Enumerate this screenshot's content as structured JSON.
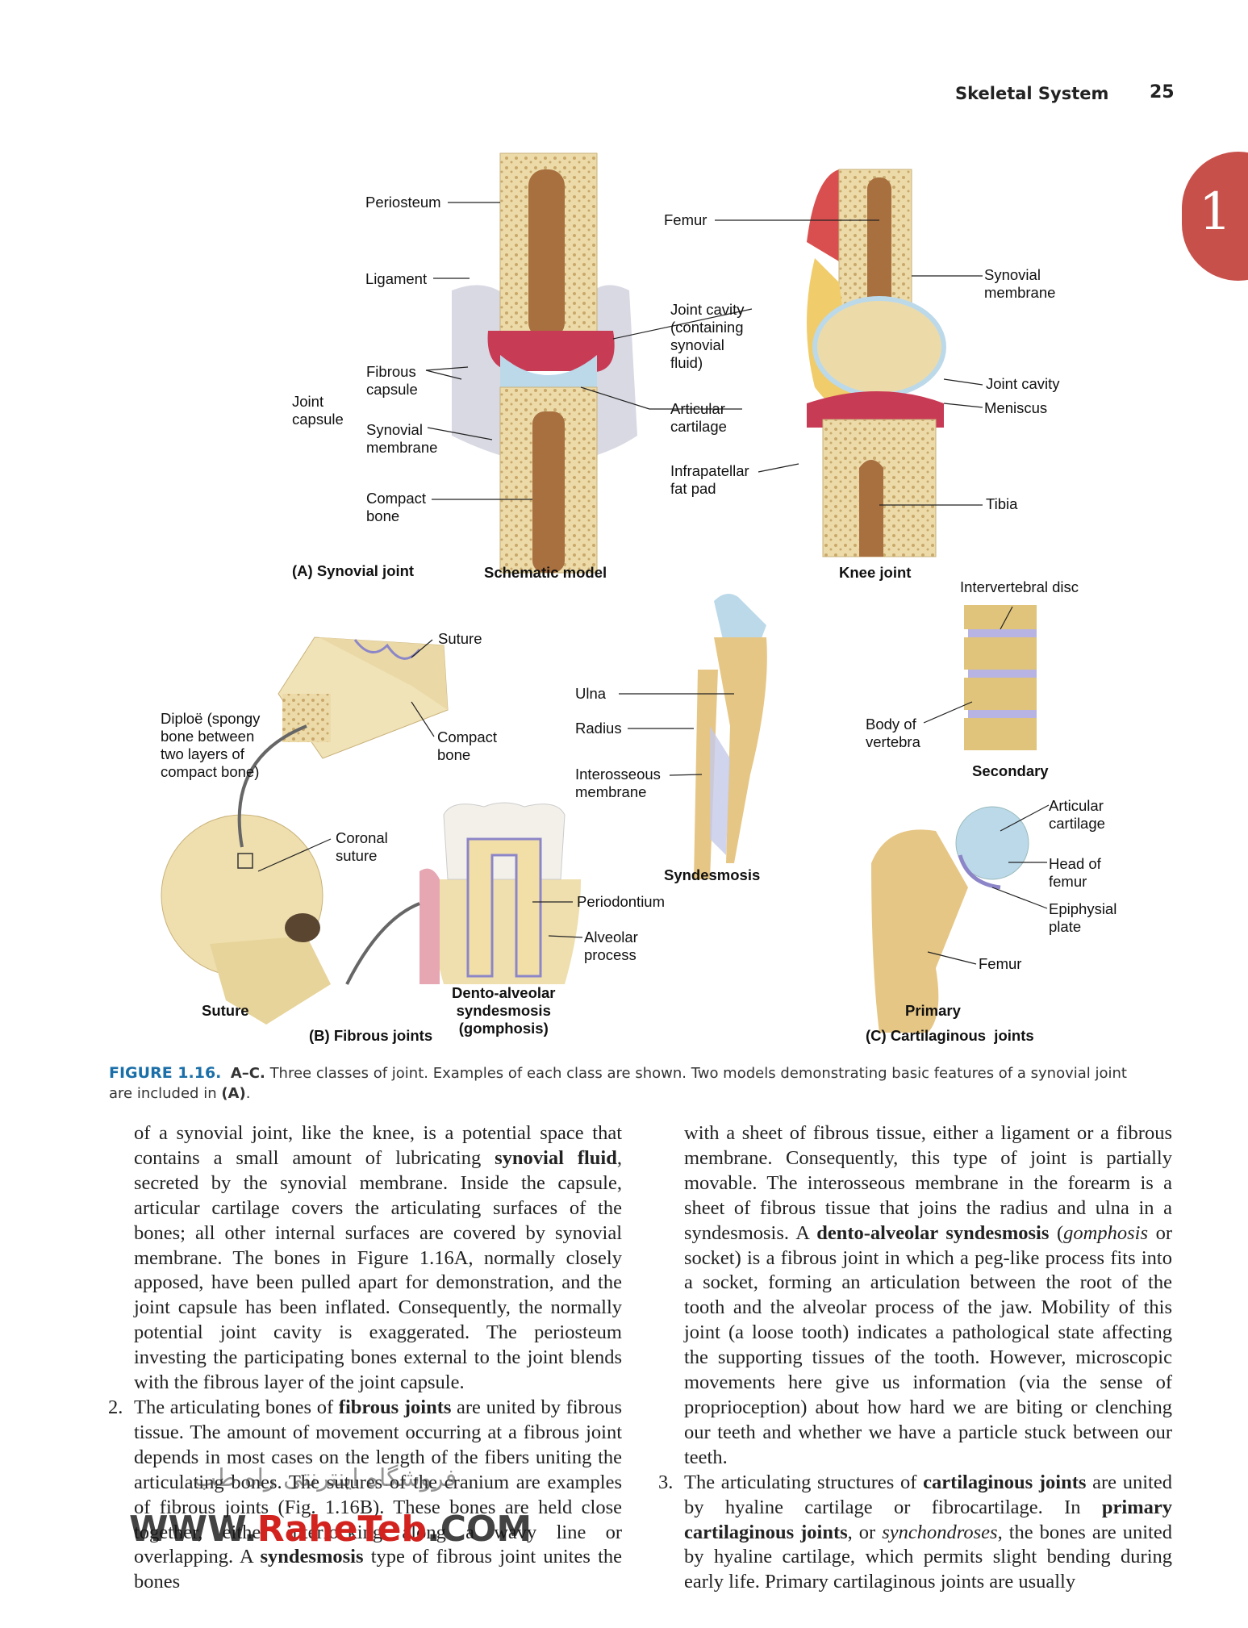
{
  "header": {
    "section_title": "Skeletal System",
    "page_number": "25",
    "chapter_tab": "1"
  },
  "figure": {
    "panel_a": {
      "title": "(A) Synovial joint",
      "schematic_title": "Schematic model",
      "knee_title": "Knee joint",
      "labels": {
        "periosteum": "Periosteum",
        "ligament": "Ligament",
        "fibrous_capsule": "Fibrous\ncapsule",
        "joint_capsule": "Joint\ncapsule",
        "synovial_membrane": "Synovial\nmembrane",
        "compact_bone": "Compact\nbone",
        "femur": "Femur",
        "joint_cavity": "Joint cavity\n(containing\nsynovial\nfluid)",
        "articular_cartilage": "Articular\ncartilage",
        "infrapatellar": "Infrapatellar\nfat pad",
        "synovial_membrane_knee": "Synovial\nmembrane",
        "joint_cavity_knee": "Joint cavity",
        "meniscus": "Meniscus",
        "tibia": "Tibia"
      }
    },
    "panel_b": {
      "title": "(B) Fibrous joints",
      "suture_title": "Suture",
      "dento_title": "Dento-alveolar\nsyndesmosis\n(gomphosis)",
      "syndesmosis_title": "Syndesmosis",
      "labels": {
        "suture": "Suture",
        "diploe": "Diploë (spongy\nbone between\ntwo layers of\ncompact bone)",
        "compact_bone": "Compact\nbone",
        "coronal_suture": "Coronal\nsuture",
        "periodontium": "Periodontium",
        "alveolar_process": "Alveolar\nprocess",
        "ulna": "Ulna",
        "radius": "Radius",
        "interosseous": "Interosseous\nmembrane"
      }
    },
    "panel_c": {
      "title": "(C) Cartilaginous  joints",
      "secondary_title": "Secondary",
      "primary_title": "Primary",
      "labels": {
        "intervertebral_disc": "Intervertebral disc",
        "body_of_vertebra": "Body of\nvertebra",
        "articular_cartilage": "Articular\ncartilage",
        "head_of_femur": "Head of\nfemur",
        "epiphysial_plate": "Epiphysial\nplate",
        "femur": "Femur"
      }
    },
    "caption": {
      "label": "FIGURE 1.16.",
      "range": "A–C.",
      "text_1": " Three classes of joint",
      "text_2": ". Examples of each class are shown. Two models demonstrating basic features of a synovial joint are included in ",
      "ref": "(A)",
      "end": "."
    }
  },
  "body": {
    "left": {
      "p1": [
        "of a synovial joint, like the knee, is a potential space that contains a small amount of lubricating ",
        "synovial fluid",
        ", secreted by the synovial membrane. Inside the capsule, articular cartilage covers the articulating surfaces of the bones; all other internal surfaces are covered by synovial membrane. The bones in Figure 1.16A, normally closely apposed, have been pulled apart for demonstration, and the joint capsule has been inflated. Consequently, the normally potential joint cavity is exaggerated. The periosteum investing the participating bones external to the joint blends with the fibrous layer of the joint capsule."
      ],
      "item2_num": "2.",
      "item2": [
        "The articulating bones of ",
        "fibrous joints",
        " are united by fibrous tissue. The amount of movement occurring at a fibrous joint depends in most cases on the length of the fibers uniting the articulating bones. The sutures of the cranium are examples of fibrous joints (Fig. 1.16B). These bones are held close together, either interlocking along a wavy line or overlapping. A ",
        "syndesmosis",
        " type of fibrous joint unites the bones"
      ]
    },
    "right": {
      "p1": [
        "with a sheet of fibrous tissue, either a ligament or a fibrous membrane. Consequently, this type of joint is partially movable. The interosseous membrane in the forearm is a sheet of fibrous tissue that joins the radius and ulna in a syndesmosis. A ",
        "dento-alveolar syndesmosis",
        " (",
        "gomphosis",
        " or socket) is a fibrous joint in which a peg-like process fits into a socket, forming an articulation between the root of the tooth and the alveolar process of the jaw. Mobility of this joint (a loose tooth) indicates a pathological state affecting the supporting tissues of the tooth. However, microscopic movements here give us information (via the sense of proprioception) about how hard we are biting or clenching our teeth and whether we have a particle stuck between our teeth."
      ],
      "item3_num": "3.",
      "item3": [
        "The articulating structures of ",
        "cartilaginous joints",
        " are united by hyaline cartilage or fibrocartilage. In ",
        "primary cartilaginous joints",
        ", or ",
        "synchondroses",
        ", the bones are united by hyaline cartilage, which permits slight bending during early life. Primary cartilaginous joints are usually"
      ]
    }
  },
  "watermark": {
    "text_dark_1": "WWW.",
    "text_red": "RaheTeb",
    "text_dark_2": ".COM",
    "persian": "فروشگاه اینترنتی راه طب"
  },
  "colors": {
    "caption_blue": "#1b6fa8",
    "tab_red": "#c8504a",
    "bone": "#ead9a6",
    "marrow": "#b27a48",
    "cartilage": "#bcd9ea",
    "synovial": "#c83b55"
  }
}
